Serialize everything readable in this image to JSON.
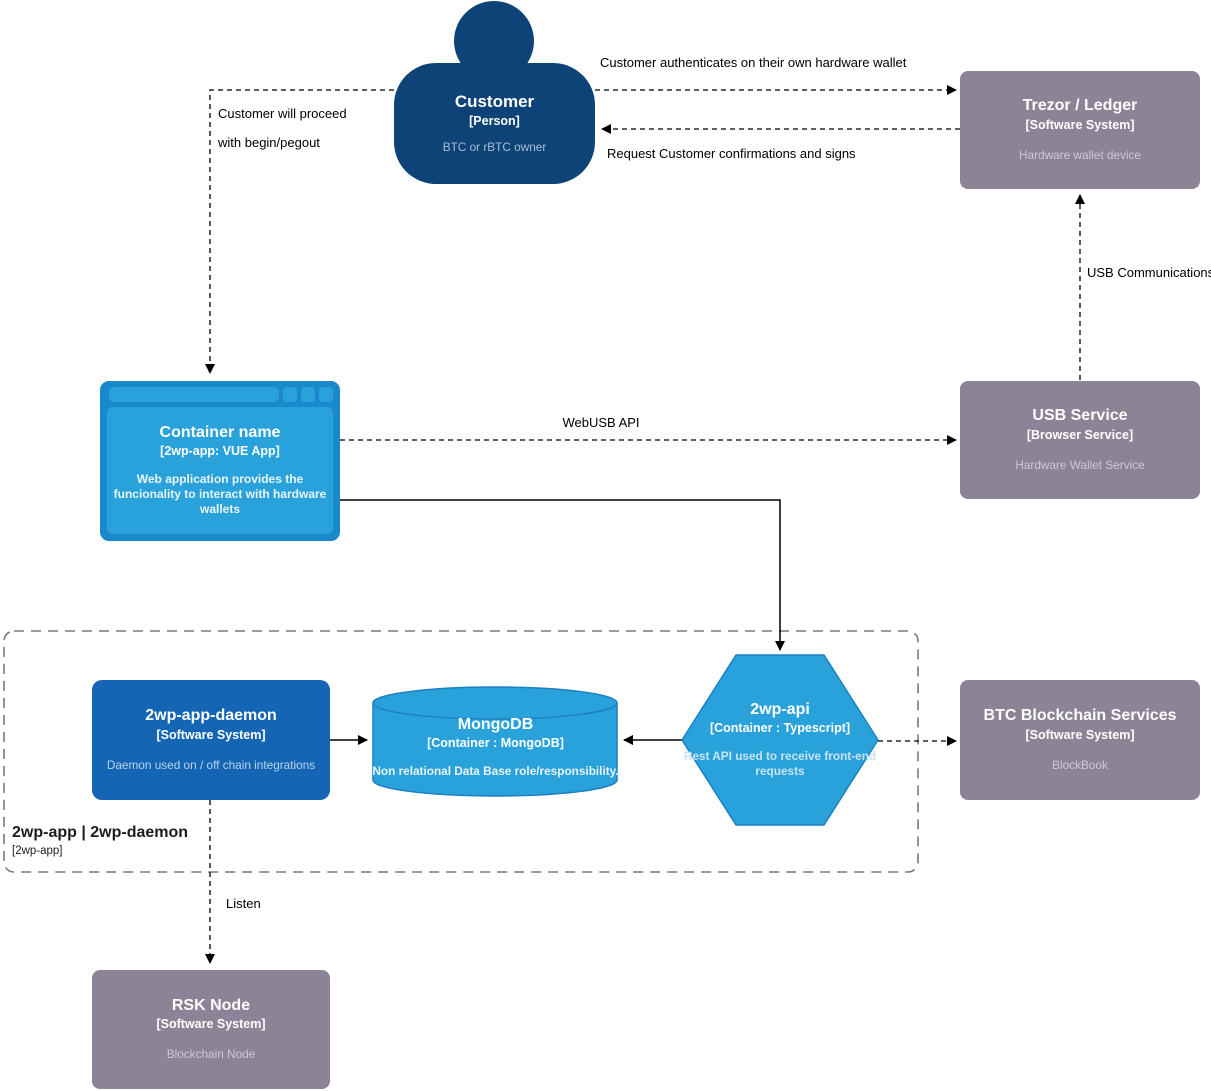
{
  "nodes": {
    "customer": {
      "title": "Customer",
      "subtitle": "[Person]",
      "description": "BTC or rBTC owner"
    },
    "trezor_ledger": {
      "title": "Trezor / Ledger",
      "subtitle": "[Software System]",
      "description": "Hardware wallet device"
    },
    "container_name": {
      "title": "Container name",
      "subtitle": "[2wp-app: VUE App]",
      "description": "Web application provides the funcionality to interact with hardware wallets"
    },
    "usb_service": {
      "title": "USB Service",
      "subtitle": "[Browser Service]",
      "description": "Hardware Wallet Service"
    },
    "daemon": {
      "title": "2wp-app-daemon",
      "subtitle": "[Software System]",
      "description": "Daemon used on / off chain integrations"
    },
    "mongodb": {
      "title": "MongoDB",
      "subtitle": "[Container : MongoDB]",
      "description": "Non relational Data Base role/responsibility."
    },
    "api": {
      "title": "2wp-api",
      "subtitle": "[Container : Typescript]",
      "description": "Rest API used to receive front-end requests"
    },
    "btc_services": {
      "title": "BTC Blockchain Services",
      "subtitle": "[Software System]",
      "description": "BlockBook"
    },
    "rsk_node": {
      "title": "RSK Node",
      "subtitle": "[Software System]",
      "description": "Blockchain Node"
    }
  },
  "boundary": {
    "title": "2wp-app | 2wp-daemon",
    "subtitle": "[2wp-app]"
  },
  "edge_labels": {
    "authenticates": "Customer authenticates on their own hardware wallet",
    "request_confirmations": "Request Customer confirmations and signs",
    "proceed_line1": "Customer will proceed",
    "proceed_line2": "with begin/pegout",
    "webusb_api": "WebUSB API",
    "usb_communications": "USB Communications",
    "listen": "Listen"
  },
  "colors": {
    "person": "#0E4377",
    "software_system_blue": "#1465B4",
    "container_blue": "#29A2DC",
    "container_frame_blue": "#1989CB",
    "external_system_gray": "#8C8496",
    "shape_stroke_blue": "#1C7FC0",
    "edge_black": "#000000",
    "boundary_gray": "#7A7A7A",
    "background": "#FFFFFF"
  }
}
